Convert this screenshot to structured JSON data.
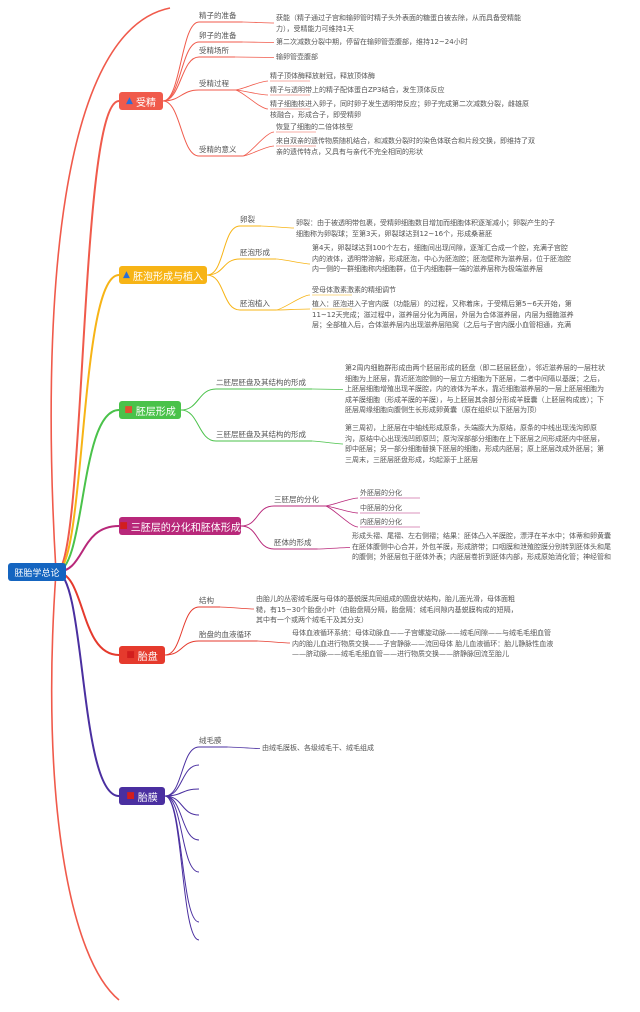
{
  "root": {
    "label": "胚胎学总论"
  },
  "colors": {
    "shoujing": "#f05a4b",
    "peipao": "#f7b416",
    "peiceng": "#4ac24a",
    "fenhua": "#b8287a",
    "taipan": "#e53a2d",
    "taimo": "#4a2fa0"
  },
  "branches": [
    {
      "label": "受精",
      "icon": "flame-icon",
      "subs": [
        {
          "label": "精子的准备",
          "text": "获能（精子通过子宫和输卵管时精子头外表面的糖蛋白被去除，从而具备受精能力），受精能力可维持1天"
        },
        {
          "label": "卵子的准备",
          "text": "第二次减数分裂中期，停留在输卵管壶腹部，维持12~24小时"
        },
        {
          "label": "受精场所",
          "text": "输卵管壶腹部"
        },
        {
          "label": "受精过程",
          "items": [
            "精子顶体酶释放射冠，释放顶体酶",
            "精子与透明带上的精子配体蛋白ZP3结合，发生顶体反应",
            "精子细胞核进入卵子，同时卵子发生透明带反应；卵子完成第二次减数分裂，雌雄原核融合，形成合子，即受精卵"
          ]
        },
        {
          "label": "受精的意义",
          "items": [
            "恢复了细胞的二倍体核型",
            "来自双亲的遗传物质随机结合，和减数分裂时的染色体联合和片段交换，即维持了双亲的遗传特点，又具有与亲代不完全相同的形状"
          ]
        }
      ]
    },
    {
      "label": "胚泡形成与植入",
      "icon": "flame-icon",
      "subs": [
        {
          "label": "卵裂",
          "text": "卵裂：由于被透明带包裹，受精卵细胞数目增加而细胞体积逐渐减小；卵裂产生的子细胞称为卵裂球；至第3天，卵裂球达到12~16个，形成桑葚胚"
        },
        {
          "label": "胚泡形成",
          "text": "第4天，卵裂球达到100个左右，细胞间出现间隙，逐渐汇合成一个腔，充满子宫腔内的液体，透明带溶解，形成胚泡，中心为胚泡腔；胚泡壁称为滋养层，位于胚泡腔内一侧的一群细胞称内细胞群，位于内细胞群一端的滋养层称为极端滋养层"
        },
        {
          "label": "胚泡植入",
          "items": [
            "受母体激素激素的精细调节",
            "植入：胚泡进入子宫内膜（功能层）的过程，又称着床，于受精后第5~6天开始，第11~12天完成；滋过程中，滋养层分化为两层，外层为合体滋养层，内层为细胞滋养层；全部植入后，合体滋养层内出现滋养层陷窝（之后与子宫内膜小血管相通，充满母体血液）"
          ]
        }
      ]
    },
    {
      "label": "胚层形成",
      "icon": "square-icon",
      "subs": [
        {
          "label": "二胚层胚盘及其结构的形成",
          "text": "第2周内细胞群形成由两个胚层形成的胚盘（即二胚层胚盘），邻近滋养层的一层柱状细胞为上胚层，靠近胚泡腔侧的一层立方细胞为下胚层，二者中间隔以基膜；之后，上胚层细胞增殖出现羊膜腔，内的液体为羊水，靠近细胞滋养层的一层上胚层细胞为成羊膜细胞（形成羊膜的羊膜），与上胚层其余部分形成羊膜囊（上胚层构成底）；下胚层周缘细胞向腹侧生长形成卵黄囊（原在组织以下胚层为顶）"
        },
        {
          "label": "三胚层胚盘及其结构的形成",
          "text": "第三周初，上胚层在中轴线形成原条，头端膨大为原结，原条的中线出现浅沟即原沟，原结中心出现浅凹即原凹；原沟深部部分细胞在上下胚层之间形成胚内中胚层，即中胚层；另一部分细胞替换下胚层的细胞，形成内胚层；原上胚层改成外胚层；第三周末，三胚层胚盘形成，均起源于上胚层"
        }
      ]
    },
    {
      "label": "三胚层的分化和胚体形成",
      "icon": "square-icon",
      "subs": [
        {
          "label": "三胚层的分化",
          "items": [
            "外胚层的分化",
            "中胚层的分化",
            "内胚层的分化"
          ]
        },
        {
          "label": "胚体的形成",
          "text": "形成头褶、尾褶、左右侧褶；结果：胚体凸入羊膜腔，漂浮在羊水中；体蒂和卵黄囊在胚体腹侧中心合并，外包羊膜，形成脐带；口咽膜和泄殖腔膜分别转到胚体头和尾的腹侧；外胚层包于胚体外表；内胚层卷折到胚体内部，形成原始消化管；神经管和体节均逐渐分化，各器官系统原基相继出现"
        }
      ]
    },
    {
      "label": "胎盘",
      "icon": "square-icon",
      "subs": [
        {
          "label": "结构",
          "text": "由胎儿的丛密绒毛膜与母体的基蜕膜共同组成的圆盘状结构，胎儿面光滑，母体面粗糙，有15~30个胎盘小叶（由胎盘隔分隔，胎盘隔：绒毛间隙内基蜕膜构成的短隔，其中有一个或两个绒毛干及其分支）"
        },
        {
          "label": "胎盘的血液循环",
          "text": "母体血液循环系统：母体动脉血——子宫螺旋动脉——绒毛间隙——与绒毛毛细血管内的胎儿血进行物质交换——子宫静脉——流回母体 胎儿血液循环：胎儿静脉性血液——脐动脉——绒毛毛细血管——进行物质交换——脐静脉回流至胎儿"
        }
      ]
    },
    {
      "label": "胎膜",
      "icon": "square-icon",
      "subs": [
        {
          "label": "绒毛膜",
          "text": "由绒毛膜板、各级绒毛干、绒毛组成"
        }
      ]
    }
  ]
}
